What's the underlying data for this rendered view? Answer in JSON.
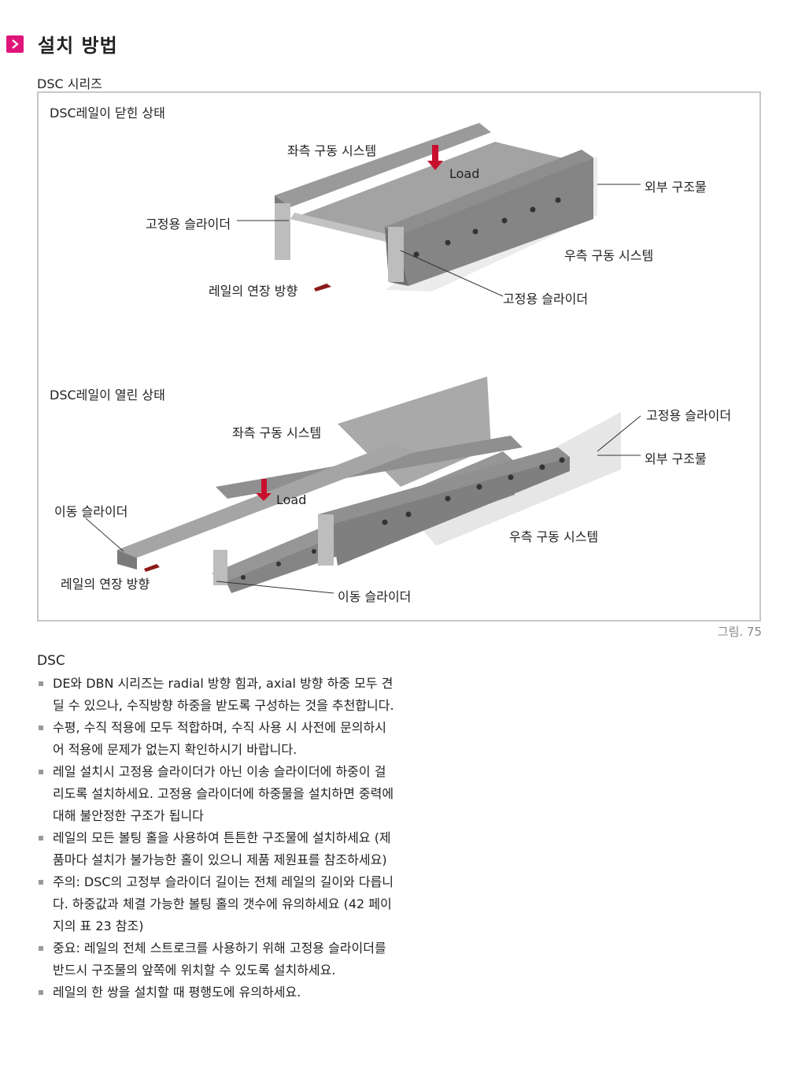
{
  "page_title": "설치 방법",
  "series_label": "DSC 시리즈",
  "figure": {
    "closed_title": "DSC레일이 닫힌 상태",
    "closed_labels": {
      "left_drive": "좌측 구동 시스템",
      "load": "Load",
      "outer_structure": "외부 구조물",
      "fixed_slider_left": "고정용 슬라이더",
      "right_drive": "우측 구동 시스템",
      "extension_dir": "레일의 연장 방향",
      "fixed_slider_bottom": "고정용 슬라이더"
    },
    "open_title": "DSC레일이 열린 상태",
    "open_labels": {
      "fixed_slider": "고정용 슬라이더",
      "left_drive": "좌측 구동 시스템",
      "outer_structure": "외부 구조물",
      "moving_slider_left": "이동 슬라이더",
      "load": "Load",
      "right_drive": "우측 구동 시스템",
      "extension_dir": "레일의 연장 방향",
      "moving_slider_bottom": "이동 슬라이더"
    },
    "caption": "그림. 75"
  },
  "dsc_heading": "DSC",
  "notes": [
    "DE와 DBN 시리즈는 radial 방향 힘과, axial 방향 하중 모두 견딜 수 있으나, 수직방향 하중을 받도록 구성하는 것을 추천합니다.",
    "수평, 수직 적용에 모두 적합하며, 수직 사용 시 사전에 문의하시어 적용에 문제가 없는지 확인하시기 바랍니다.",
    "레일 설치시 고정용 슬라이더가 아닌 이송 슬라이더에 하중이 걸리도록 설치하세요. 고정용 슬라이더에 하중물을 설치하면 중력에 대해 불안정한 구조가 됩니다",
    "레일의 모든 볼팅 홀을 사용하여 튼튼한 구조물에 설치하세요 (제품마다 설치가 불가능한 홀이 있으니 제품 제원표를 참조하세요)",
    "주의: DSC의 고정부 슬라이더 길이는 전체 레일의 길이와 다릅니다. 하중값과 체결 가능한 볼팅 홀의 갯수에 유의하세요 (42 페이지의 표 23 참조)",
    "중요: 레일의 전체 스트로크를 사용하기 위해 고정용 슬라이더를 반드시 구조물의 앞쪽에 위치할 수 있도록 설치하세요.",
    "레일의 한 쌍을 설치할 때 평행도에 유의하세요."
  ],
  "colors": {
    "accent": "#e0157a",
    "rail": "#8a8a8a",
    "load_arrow": "#c8102e"
  }
}
